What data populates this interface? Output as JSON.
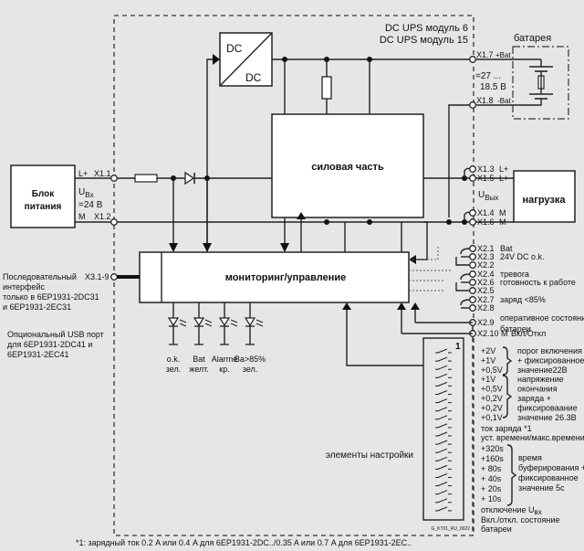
{
  "module_title": [
    "DC UPS модуль 6",
    "DC UPS модуль 15"
  ],
  "blocks": {
    "dcdc": {
      "top": "DC",
      "bottom": "DC"
    },
    "power_supply": [
      "Блок",
      "питания"
    ],
    "power_part": "силовая часть",
    "load": "нагрузка",
    "monitoring": "мониторинг/управление",
    "battery": "батарея",
    "settings": "элементы настройки"
  },
  "input": {
    "l_plus": "L+",
    "m": "M",
    "x11": "X1.1",
    "x12": "X1.2",
    "u_in": "U",
    "u_in_sub": "Bx",
    "u_in_value": "=24 B"
  },
  "battery_terminals": {
    "x17": "X1.7",
    "x17_label": "+Bat",
    "x18": "X1.8",
    "x18_label": "-Bat",
    "voltage_range": [
      "=27 ...",
      "18.5 B"
    ]
  },
  "output_terminals": {
    "x13": "X1.3",
    "x13_label": "L+",
    "x15": "X1.5",
    "x15_label": "L+",
    "x14": "X1.4",
    "x14_label": "M",
    "x16": "X1.6",
    "x16_label": "M",
    "u_out": "U",
    "u_out_sub": "Вых"
  },
  "signal_terminals": [
    {
      "id": "X2.1",
      "label": "Bat"
    },
    {
      "id": "X2.3",
      "label": "24V DC o.k."
    },
    {
      "id": "X2.2",
      "label": ""
    },
    {
      "id": "X2.4",
      "label": "тревога"
    },
    {
      "id": "X2.6",
      "label": "готовность к работе"
    },
    {
      "id": "X2.5",
      "label": ""
    },
    {
      "id": "X2.7",
      "label": "заряд <85%"
    },
    {
      "id": "X2.8",
      "label": ""
    },
    {
      "id": "X2.9",
      "label": "оперативное состояние"
    },
    {
      "id": "X2.10 M",
      "label": "Вкл/Откл"
    }
  ],
  "x29_label_line2": "батареи",
  "serial": {
    "terminal": "X3.1-9",
    "text": [
      "Последовательный",
      "интерфейс",
      "только в 6EP1931-2DC31",
      "и 6EP1931-2EC31"
    ]
  },
  "usb": {
    "text": [
      "Опциональный USB порт",
      "для 6EP1931-2DC41 и",
      "6EP1931-2EC41"
    ]
  },
  "leds": [
    {
      "name": "o.k.",
      "color": "зел."
    },
    {
      "name": "Bat",
      "color": "желт."
    },
    {
      "name": "Alarme",
      "color": "кр."
    },
    {
      "name": "Ba>85%",
      "color": "зел."
    }
  ],
  "dip_switch_marker": "1",
  "settings_groups": {
    "threshold": {
      "values": [
        "+2V",
        "+1V",
        "+0,5V"
      ],
      "desc": [
        "порог включения",
        "+ фиксированное",
        "значение22В"
      ]
    },
    "charge_end": {
      "values": [
        "+1V",
        "+0,5V",
        "+0,2V",
        "+0,2V",
        "+0,1V"
      ],
      "desc": [
        "напряжение",
        "окончания",
        "заряда +",
        "фиксироваание",
        "значение 26.3В"
      ]
    },
    "charge_current": [
      "ток заряда *1",
      "уст. времени/макс.времени"
    ],
    "buffer_time": {
      "values": [
        "+320s",
        "+160s",
        "+ 80s",
        "+ 40s",
        "+ 20s",
        "+ 10s"
      ],
      "desc": [
        "время",
        "буферирования +",
        "фиксированное",
        "значение 5с"
      ]
    },
    "tail": [
      "отключение U",
      "Вкл./откл. состояние",
      "батареи"
    ],
    "tail_sub": "вх"
  },
  "drawing_code": "G_KT01_RU_0022",
  "footnote": "*1: зарядный ток 0.2 A или 0.4 A для 6EP1931-2DC../0.35 A или 0.7 A для 6EP1931-2EC.."
}
